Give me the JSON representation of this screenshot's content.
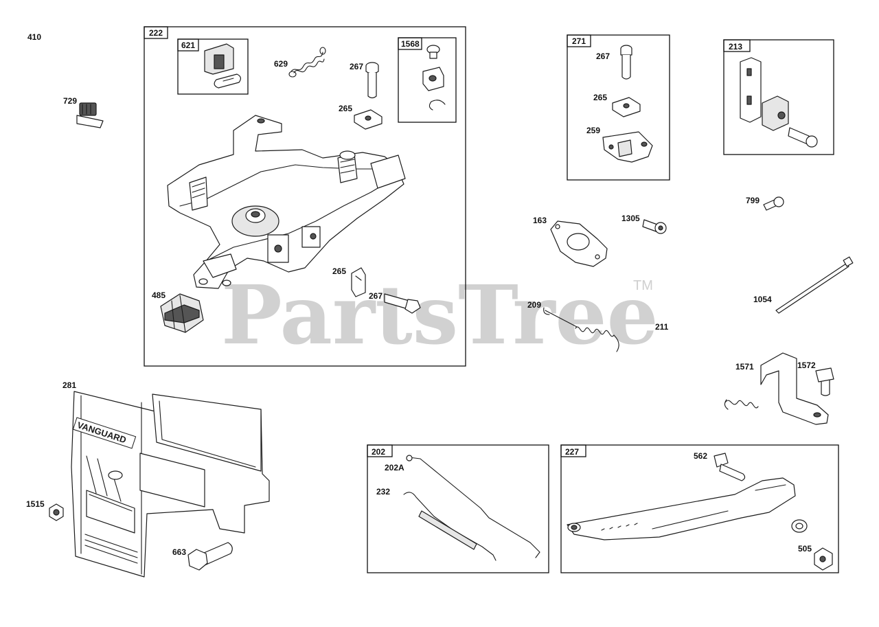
{
  "watermark": {
    "text": "PartsTree",
    "trademark": "TM"
  },
  "part_labels": {
    "p410": "410",
    "p729": "729",
    "p281": "281",
    "p1515": "1515",
    "p663": "663",
    "p629": "629",
    "p267a": "267",
    "p265a": "265",
    "p485": "485",
    "p265b": "265",
    "p267b": "267",
    "p267c": "267",
    "p265c": "265",
    "p259": "259",
    "p163": "163",
    "p1305": "1305",
    "p209": "209",
    "p211": "211",
    "p799": "799",
    "p1054": "1054",
    "p1571": "1571",
    "p1572": "1572",
    "p202A": "202A",
    "p232": "232",
    "p562": "562",
    "p505": "505"
  },
  "boxes": {
    "b222": "222",
    "b621": "621",
    "b1568": "1568",
    "b271": "271",
    "b213": "213",
    "b202": "202",
    "b227": "227"
  },
  "brand_on_part": "VANGUARD"
}
